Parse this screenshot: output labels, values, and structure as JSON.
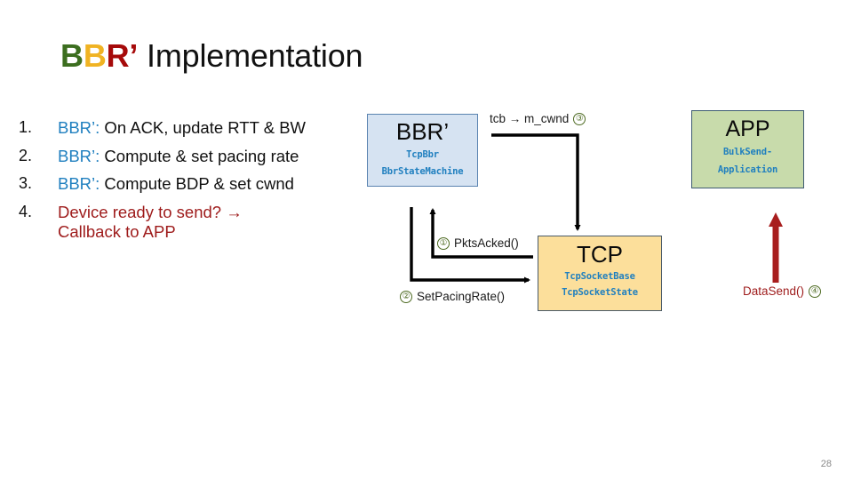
{
  "slide": {
    "title_colored": [
      "B",
      "B",
      "R’"
    ],
    "title_rest": " Implementation",
    "page_number": "28"
  },
  "bullets": [
    {
      "num": "1.",
      "tag": "BBR’:",
      "body": " On ACK, update RTT & BW",
      "red": false
    },
    {
      "num": "2.",
      "tag": "BBR’:",
      "body": " Compute & set pacing rate",
      "red": false
    },
    {
      "num": "3.",
      "tag": "BBR’:",
      "body": " Compute BDP & set cwnd",
      "red": false
    },
    {
      "num": "4.",
      "tag": "",
      "body": "Device ready to send? →\nCallback to APP",
      "red": true
    }
  ],
  "diagram": {
    "boxes": {
      "bbr": {
        "title": "BBR’",
        "sub_line1": "TcpBbr",
        "sub_line2": "BbrStateMachine",
        "fill": "#D6E3F2",
        "border": "#5B84B1"
      },
      "app": {
        "title": "APP",
        "sub_line1": "BulkSend-",
        "sub_line2": "Application",
        "fill": "#C8DBAB",
        "border": "#3E5B72"
      },
      "tcp": {
        "title": "TCP",
        "sub_line1": "TcpSocketBase",
        "sub_line2": "TcpSocketState",
        "fill": "#FCDF9B",
        "border": "#4A5A68"
      }
    },
    "labels": {
      "cwnd": {
        "text": "tcb → m_cwnd",
        "marker": "③"
      },
      "pkts_acked": {
        "text": "PktsAcked()",
        "marker": "①"
      },
      "set_pacing_rate": {
        "text": "SetPacingRate()",
        "marker": "②"
      },
      "data_send": {
        "text": "DataSend()",
        "marker": "④"
      }
    },
    "arrow_colors": {
      "black": "#000000",
      "red": "#A81E1E"
    }
  }
}
